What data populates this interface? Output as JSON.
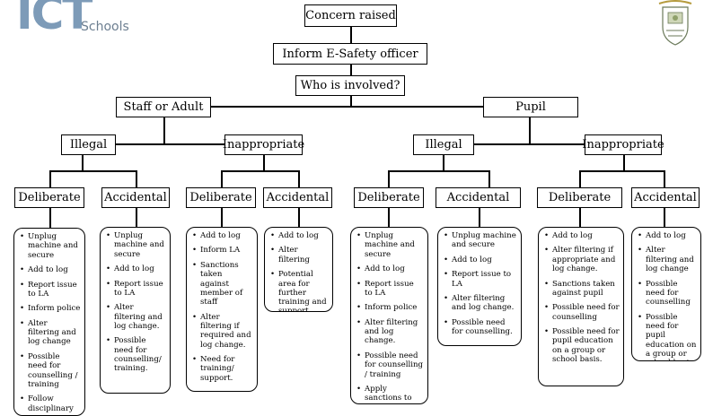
{
  "logo": {
    "main": "ICT",
    "sub": "Schools"
  },
  "crest": {
    "name": "school-crest"
  },
  "flow": {
    "top": {
      "concern": "Concern raised",
      "inform": "Inform E-Safety officer",
      "who": "Who is involved?"
    },
    "staff": {
      "label": "Staff or Adult",
      "illegal": {
        "label": "Illegal",
        "deliberate": {
          "label": "Deliberate",
          "items": [
            "Unplug machine and secure",
            "Add to log",
            "Report issue to LA",
            "Inform police",
            "Alter filtering and log change",
            "Possible need for counselling / training",
            "Follow disciplinary"
          ]
        },
        "accidental": {
          "label": "Accidental",
          "items": [
            "Unplug machine and secure",
            "Add to log",
            "Report issue to LA",
            "Alter filtering and log change.",
            "Possible need for counselling/ training."
          ]
        }
      },
      "inappropriate": {
        "label": "Inappropriate",
        "deliberate": {
          "label": "Deliberate",
          "items": [
            "Add to log",
            "Inform LA",
            "Sanctions taken against member of staff",
            "Alter filtering if required and log change.",
            "Need for training/ support."
          ]
        },
        "accidental": {
          "label": "Accidental",
          "items": [
            "Add to log",
            "Alter filtering",
            "Potential area for further training and support."
          ]
        }
      }
    },
    "pupil": {
      "label": "Pupil",
      "illegal": {
        "label": "Illegal",
        "deliberate": {
          "label": "Deliberate",
          "items": [
            "Unplug machine and secure",
            "Add to log",
            "Report issue to LA",
            "Inform police",
            "Alter filtering and log change.",
            "Possible need for counselling / training",
            "Apply sanctions to pupil."
          ]
        },
        "accidental": {
          "label": "Accidental",
          "items": [
            "Unplug machine and secure",
            "Add to log",
            "Report issue to LA",
            "Alter filtering and log change.",
            "Possible need for counselling."
          ]
        }
      },
      "inappropriate": {
        "label": "Inappropriate",
        "deliberate": {
          "label": "Deliberate",
          "items": [
            "Add to log",
            "Alter filtering if appropriate and log change.",
            "Sanctions taken against pupil",
            "Possible need for counselling",
            "Possible need for pupil education on a group or school basis."
          ]
        },
        "accidental": {
          "label": "Accidental",
          "items": [
            "Add to log",
            "Alter filtering and log change",
            "Possible need for counselling",
            "Possible need for pupil education on a group or school basis."
          ]
        }
      }
    }
  }
}
